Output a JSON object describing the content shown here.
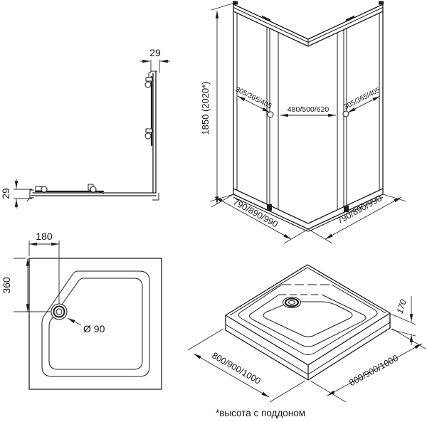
{
  "colors": {
    "ink": "#1b1b1b",
    "background": "#ffffff"
  },
  "footnote": "*высота с поддоном",
  "profile_view": {
    "width_top": "29",
    "width_left": "29"
  },
  "cabin_view": {
    "height": "1850 (2020*)",
    "left_panel": "305/365/405",
    "opening": "480/500/620",
    "right_panel": "305/365/405",
    "base_left": "790/890/990",
    "base_right": "790/890/990"
  },
  "tray_top_view": {
    "drain_offset_x": "180",
    "drain_offset_y": "360",
    "drain_diameter": "Ø 90"
  },
  "tray_iso_view": {
    "height": "170",
    "side_left": "800/900/1000",
    "side_right": "800/900/1000"
  }
}
